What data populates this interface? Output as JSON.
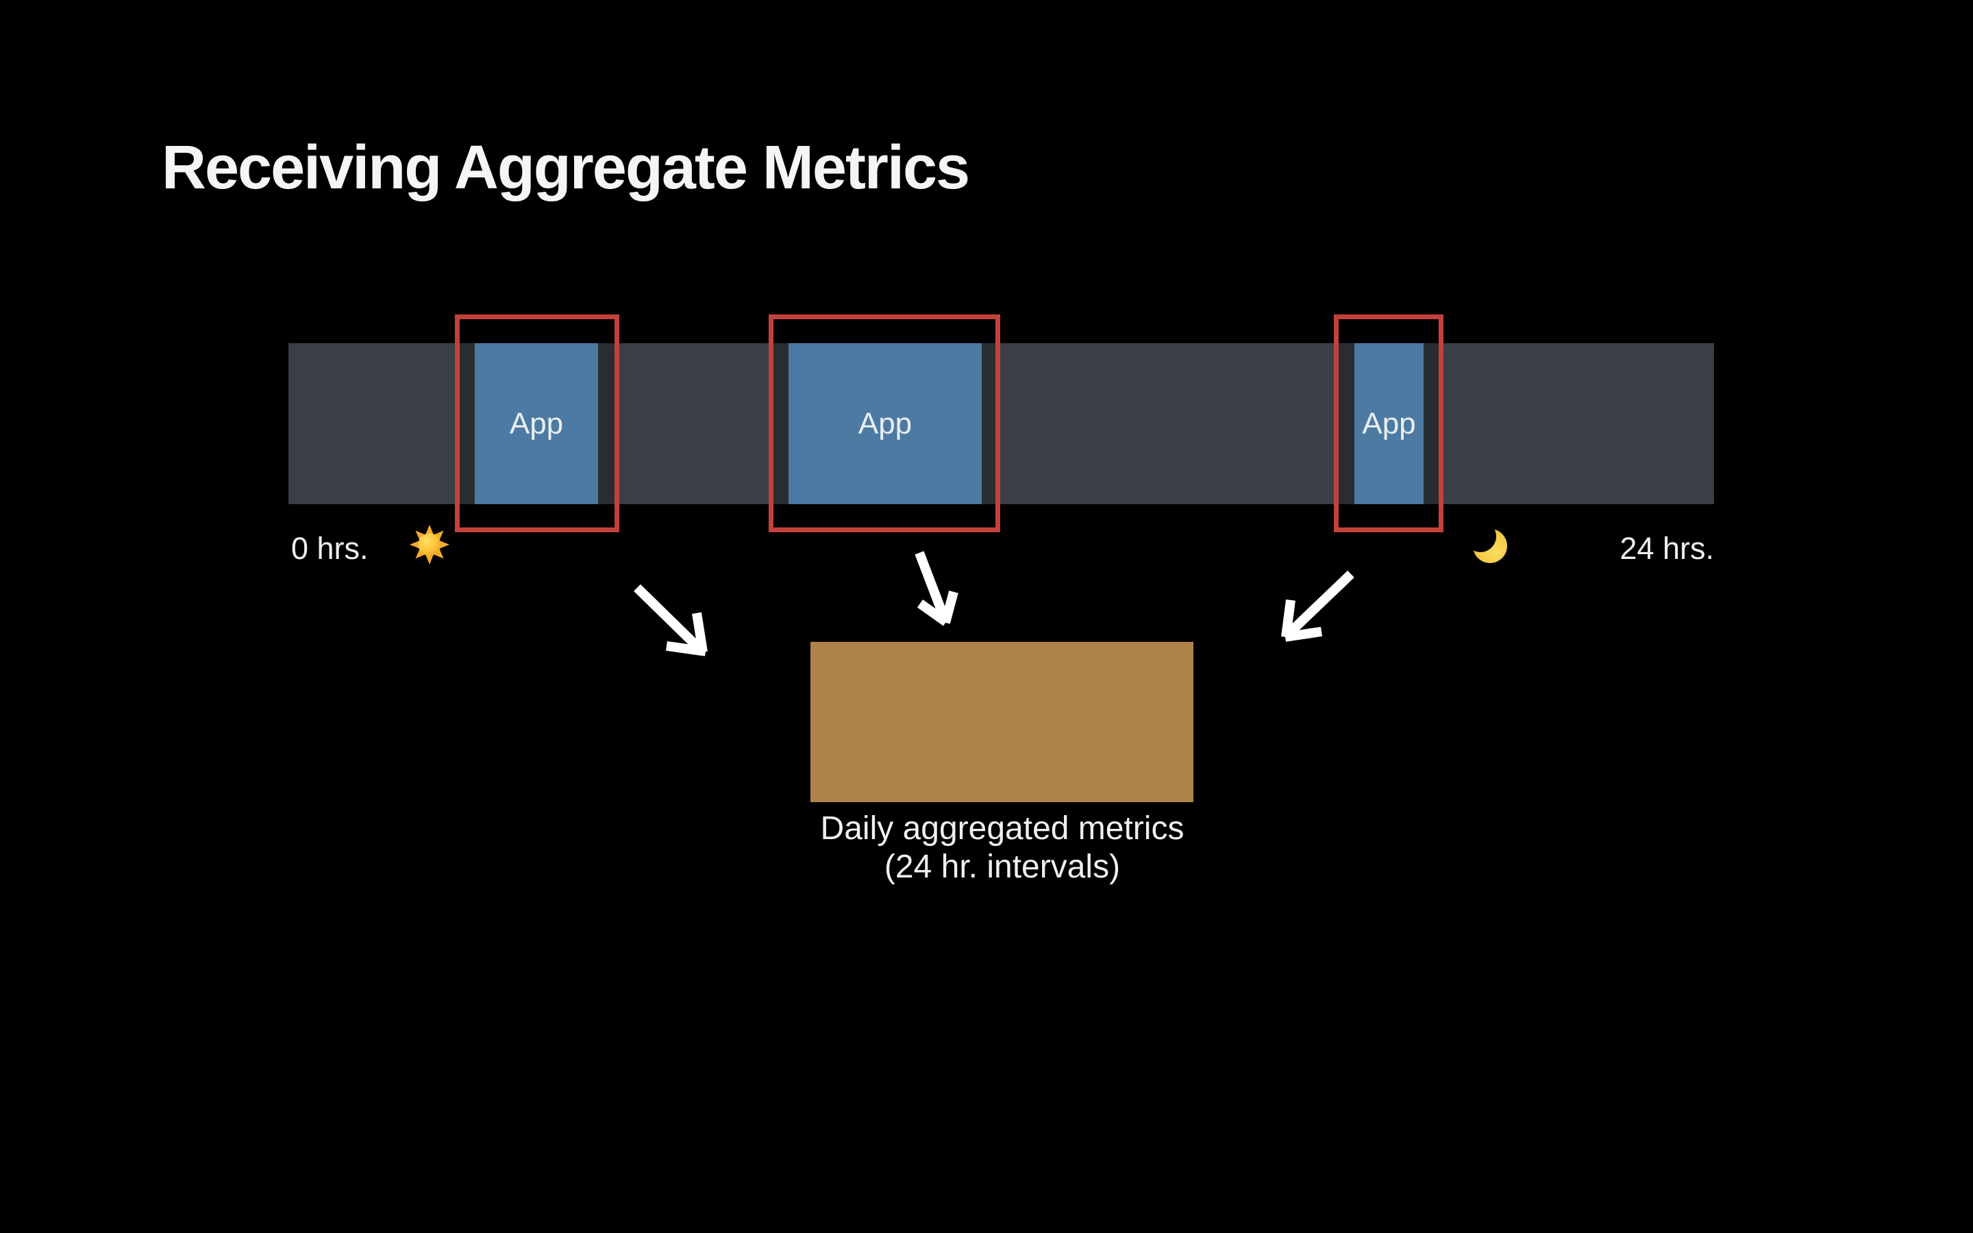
{
  "slide": {
    "title": "Receiving Aggregate Metrics"
  },
  "timeline": {
    "start_label": "0 hrs.",
    "end_label": "24 hrs.",
    "day_icon": "sun-icon",
    "night_icon": "moon-icon",
    "sessions": [
      {
        "label": "App"
      },
      {
        "label": "App"
      },
      {
        "label": "App"
      }
    ]
  },
  "aggregate": {
    "caption_line1": "Daily aggregated metrics",
    "caption_line2": "(24 hr. intervals)"
  },
  "colors": {
    "background": "#000000",
    "title_text": "#f5f5f7",
    "timeline_bar": "#3a3f46",
    "app_block": "#4d7aa3",
    "app_label_text": "#e9eef3",
    "highlight_border": "#c2423b",
    "aggregate_block": "#b0834a",
    "label_text": "#f0f0f0",
    "arrow": "#ffffff"
  }
}
